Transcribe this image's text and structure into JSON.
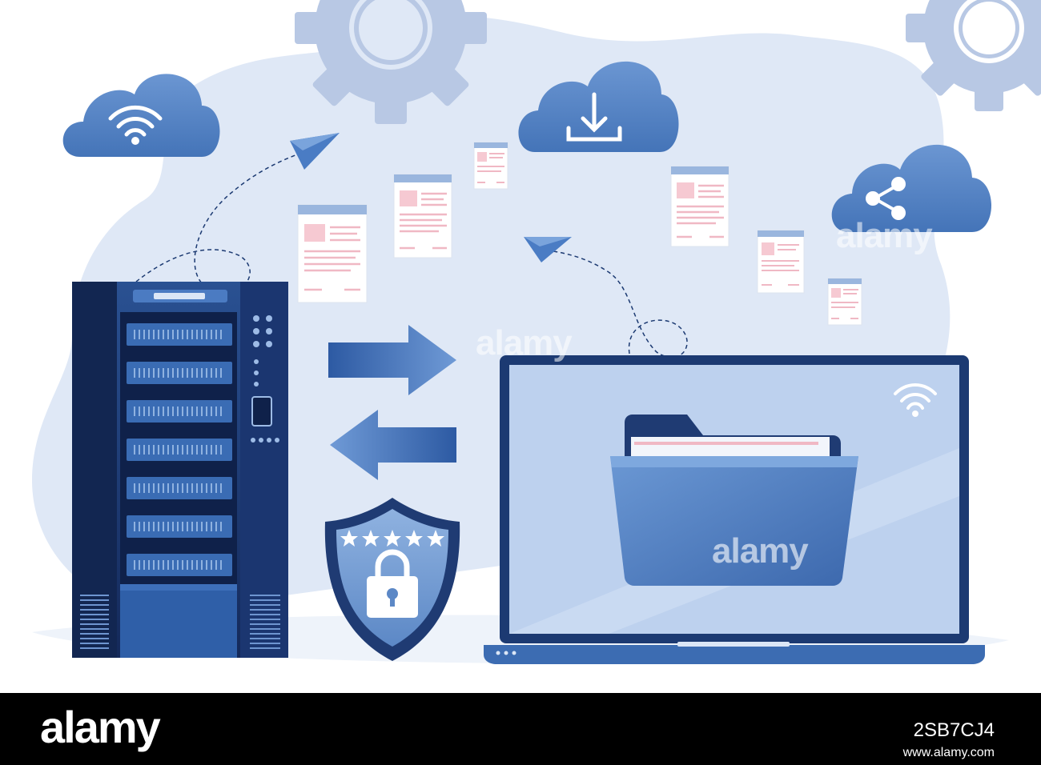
{
  "scene": {
    "colors": {
      "background_blob": "#dfe8f6",
      "gear": "#b8c8e4",
      "cloud": "#4f7fc0",
      "server": "#1c3a72",
      "accent": "#4a7cc4",
      "shield": "#2a4c8a",
      "document_line": "#f0b8c4"
    },
    "icons": {
      "cloud_left": "wifi-icon",
      "cloud_center": "download-icon",
      "cloud_right": "share-icon",
      "laptop_screen": "folder-icon",
      "shield": "padlock-icon"
    },
    "shield_stars": 5
  },
  "watermarks": {
    "center": "alamy",
    "right": "alamy",
    "folder": "alamy"
  },
  "footer": {
    "logo": "alamy",
    "image_id": "2SB7CJ4",
    "url": "www.alamy.com"
  }
}
